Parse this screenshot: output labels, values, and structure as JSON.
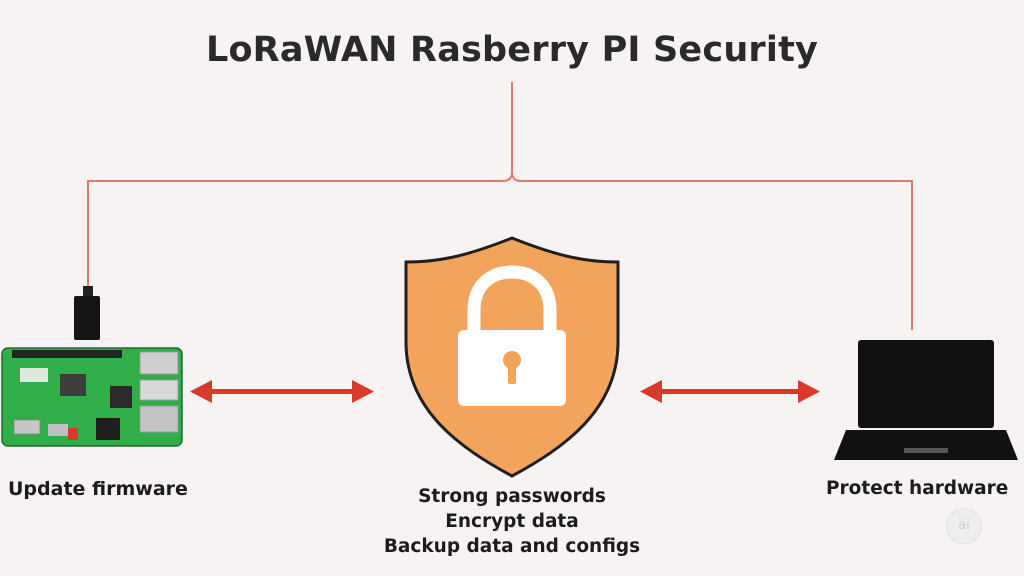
{
  "title": "LoRaWAN Rasberry PI Security",
  "nodes": {
    "left": {
      "label": "Update firmware",
      "icon": "raspberry-pi-board-icon"
    },
    "center": {
      "icon": "shield-lock-icon",
      "lines": [
        "Strong passwords",
        "Encrypt data",
        "Backup data and configs"
      ]
    },
    "right": {
      "label": "Protect hardware",
      "icon": "laptop-icon"
    }
  },
  "colors": {
    "connector": "#e07a70",
    "arrow": "#d8392b",
    "shield": "#f3a45c",
    "shield_border": "#1f1f1f",
    "board": "#2fae4a",
    "laptop": "#111111",
    "background": "#f7f3f3"
  },
  "watermark_icon": "ai-badge-icon"
}
